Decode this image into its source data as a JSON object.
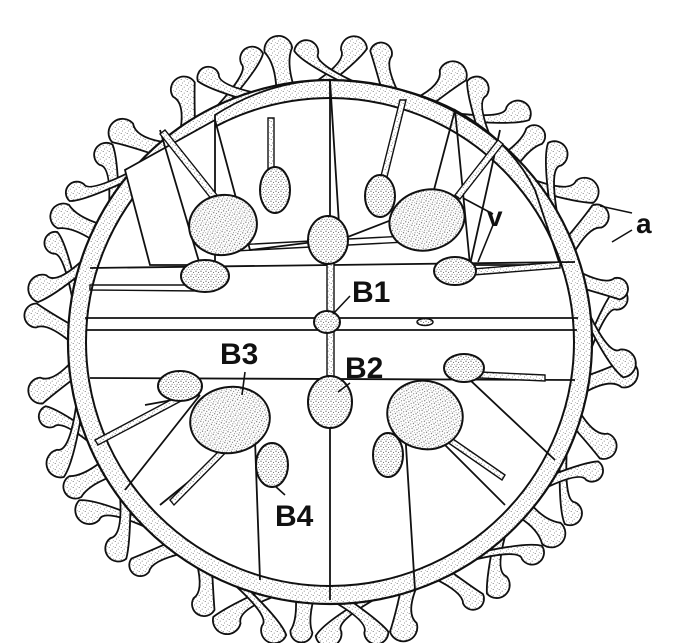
{
  "labels": {
    "b1": "B1",
    "b2": "B2",
    "b3": "B3",
    "b4": "B4",
    "v": "v",
    "a": "a"
  },
  "colors": {
    "ink": "#111111",
    "paper": "#ffffff",
    "stipple": "#6a6a6a"
  }
}
